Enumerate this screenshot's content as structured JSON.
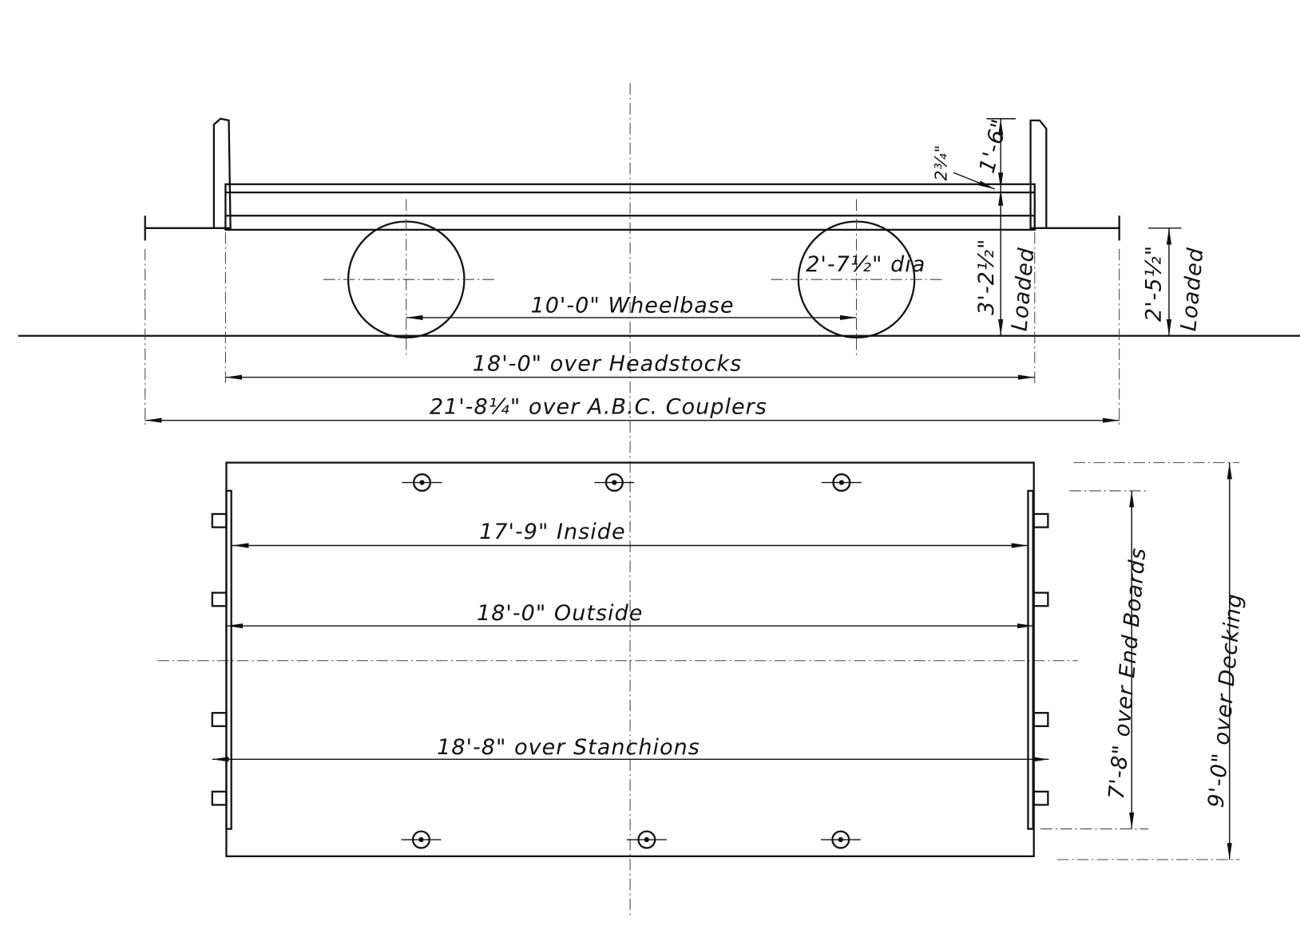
{
  "side_view": {
    "wheelbase": "10'-0\" Wheelbase",
    "wheel_dia": "2'-7½\" dia",
    "over_headstocks": "18'-0\" over Headstocks",
    "over_couplers": "21'-8¼\" over A.B.C. Couplers",
    "end_board_height": "1'-6\"",
    "deck_thickness": "2¾\"",
    "deck_height_loaded": "3'-2½\"",
    "coupler_height_loaded": "2'-5½\"",
    "loaded_label": "Loaded"
  },
  "plan_view": {
    "inside": "17'-9\" Inside",
    "outside": "18'-0\" Outside",
    "over_stanchions": "18'-8\" over Stanchions",
    "over_end_boards": "7'-8\" over End Boards",
    "over_decking": "9'-0\" over Decking"
  }
}
